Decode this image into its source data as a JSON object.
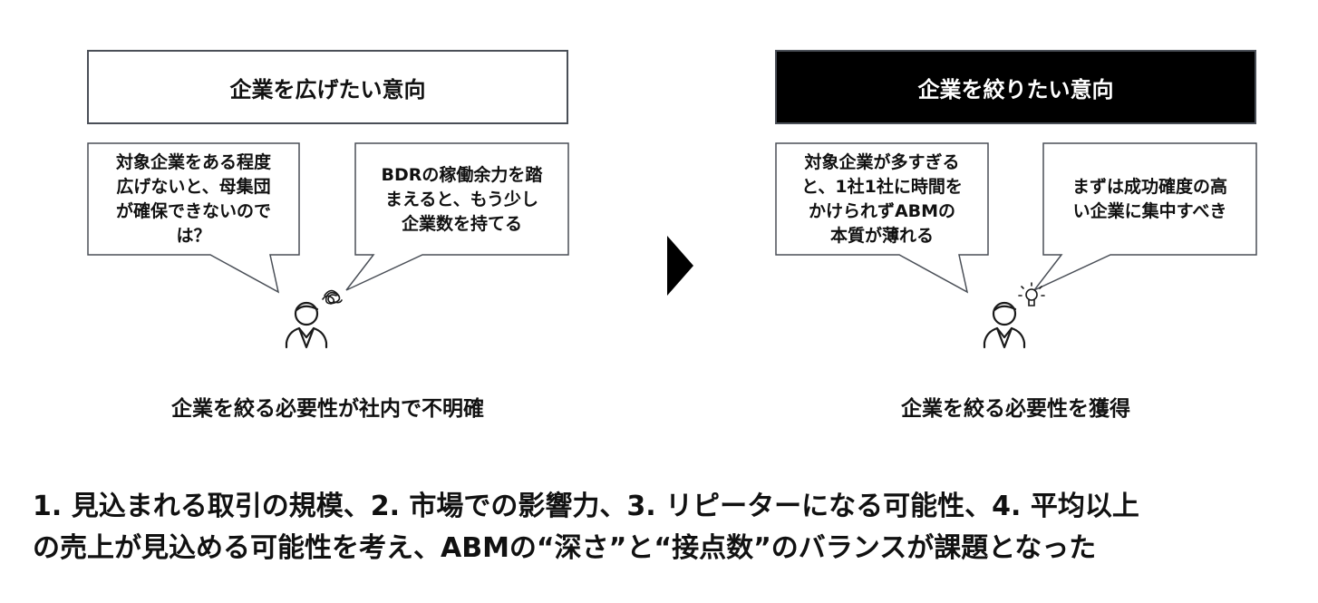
{
  "left": {
    "title": "企業を広げたい意向",
    "bubble1_lines": [
      "対象企業をある程度",
      "広げないと、母集団",
      "が確保できないので",
      "は？"
    ],
    "bubble2_lines": [
      "BDRの稼働余力を踏",
      "まえると、もう少し",
      "企業数を持てる"
    ],
    "caption": "企業を絞る必要性が社内で不明確"
  },
  "right": {
    "title": "企業を絞りたい意向",
    "bubble1_lines": [
      "対象企業が多すぎる",
      "と、1社1社に時間を",
      "かけられずABMの",
      "本質が薄れる"
    ],
    "bubble2_lines": [
      "まずは成功確度の高",
      "い企業に集中すべき"
    ],
    "caption": "企業を絞る必要性を獲得"
  },
  "conclusion_lines": [
    "1. 見込まれる取引の規模、2. 市場での影響力、3. リピーターになる可能性、4. 平均以上",
    "の売上が見込める可能性を考え、ABMの“深さ”と“接点数”のバランスが課題となった"
  ],
  "icons": [
    "person-icon",
    "tangled-thought-icon",
    "lightbulb-icon",
    "arrow-right-icon"
  ],
  "colors": {
    "border": "#4a4f57",
    "dark_box": "#000000",
    "text": "#111111"
  }
}
